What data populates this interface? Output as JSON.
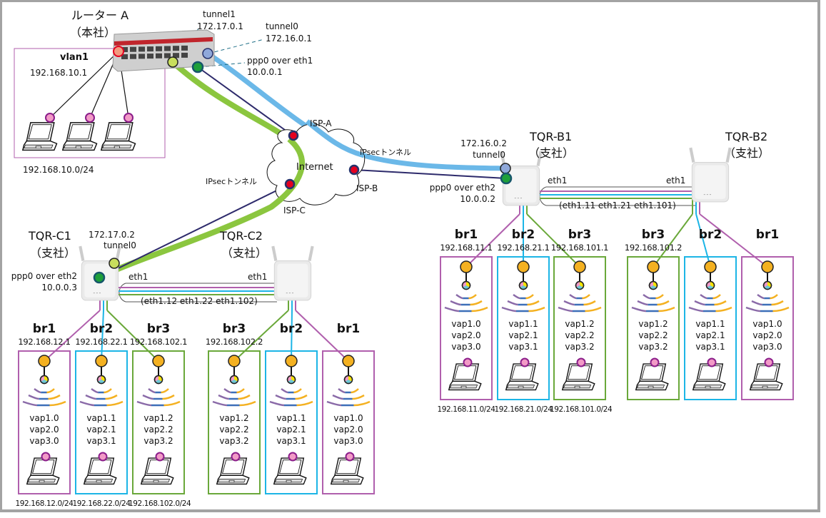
{
  "colors": {
    "br1": "#b05fad",
    "br2": "#1cb5e6",
    "br3": "#6aa83a",
    "tunnel0": "#6bb8e8",
    "tunnel1": "#8bc63f",
    "ppp_line": "#2d2a6b",
    "isp_dot": "#e5001f",
    "frame": "#a3a3a3"
  },
  "hq": {
    "name": "ルーター A",
    "sub": "（本社）",
    "vlan_label": "vlan1",
    "vlan_ip": "192.168.10.1",
    "lan_subnet": "192.168.10.0/24",
    "tunnel1_label": "tunnel1",
    "tunnel1_ip": "172.17.0.1",
    "tunnel0_label": "tunnel0",
    "tunnel0_ip": "172.16.0.1",
    "ppp_label": "ppp0 over eth1",
    "ppp_ip": "10.0.0.1"
  },
  "internet": {
    "label": "Internet",
    "isp_a": "ISP-A",
    "isp_b": "ISP-B",
    "isp_c": "ISP-C",
    "ipsec_b": "IPsecトンネル",
    "ipsec_c": "IPsecトンネル"
  },
  "site_b": {
    "ap1_name": "TQR-B1",
    "ap1_sub": "（支社）",
    "ap2_name": "TQR-B2",
    "ap2_sub": "（支社）",
    "tunnel_ip": "172.16.0.2",
    "tunnel_label": "tunnel0",
    "ppp_label": "ppp0 over eth2",
    "ppp_ip": "10.0.0.2",
    "eth_left": "eth1",
    "eth_right": "eth1",
    "vlans": "(eth1.11 eth1.21 eth1.101)",
    "bridges": [
      {
        "name": "br1",
        "ip": "192.168.11.1",
        "vaps": [
          "vap1.0",
          "vap2.0",
          "vap3.0"
        ],
        "subnet": "192.168.11.0/24",
        "color": "br1"
      },
      {
        "name": "br2",
        "ip": "192.168.21.1",
        "vaps": [
          "vap1.1",
          "vap2.1",
          "vap3.1"
        ],
        "subnet": "192.168.21.0/24",
        "color": "br2"
      },
      {
        "name": "br3",
        "ip": "192.168.101.1",
        "vaps": [
          "vap1.2",
          "vap2.2",
          "vap3.2"
        ],
        "subnet": "192.168.101.0/24",
        "color": "br3"
      },
      {
        "name": "br3",
        "ip": "192.168.101.2",
        "vaps": [
          "vap1.2",
          "vap2.2",
          "vap3.2"
        ],
        "subnet": "",
        "color": "br3"
      },
      {
        "name": "br2",
        "ip": "",
        "vaps": [
          "vap1.1",
          "vap2.1",
          "vap3.1"
        ],
        "subnet": "",
        "color": "br2"
      },
      {
        "name": "br1",
        "ip": "",
        "vaps": [
          "vap1.0",
          "vap2.0",
          "vap3.0"
        ],
        "subnet": "",
        "color": "br1"
      }
    ]
  },
  "site_c": {
    "ap1_name": "TQR-C1",
    "ap1_sub": "（支社）",
    "ap2_name": "TQR-C2",
    "ap2_sub": "（支社）",
    "tunnel_ip": "172.17.0.2",
    "tunnel_label": "tunnel0",
    "ppp_label": "ppp0 over eth2",
    "ppp_ip": "10.0.0.3",
    "eth_left": "eth1",
    "eth_right": "eth1",
    "vlans": "(eth1.12 eth1.22 eth1.102)",
    "bridges": [
      {
        "name": "br1",
        "ip": "192.168.12.1",
        "vaps": [
          "vap1.0",
          "vap2.0",
          "vap3.0"
        ],
        "subnet": "192.168.12.0/24",
        "color": "br1"
      },
      {
        "name": "br2",
        "ip": "192.168.22.1",
        "vaps": [
          "vap1.1",
          "vap2.1",
          "vap3.1"
        ],
        "subnet": "192.168.22.0/24",
        "color": "br2"
      },
      {
        "name": "br3",
        "ip": "192.168.102.1",
        "vaps": [
          "vap1.2",
          "vap2.2",
          "vap3.2"
        ],
        "subnet": "192.168.102.0/24",
        "color": "br3"
      },
      {
        "name": "br3",
        "ip": "192.168.102.2",
        "vaps": [
          "vap1.2",
          "vap2.2",
          "vap3.2"
        ],
        "subnet": "",
        "color": "br3"
      },
      {
        "name": "br2",
        "ip": "",
        "vaps": [
          "vap1.1",
          "vap2.1",
          "vap3.1"
        ],
        "subnet": "",
        "color": "br2"
      },
      {
        "name": "br1",
        "ip": "",
        "vaps": [
          "vap1.0",
          "vap2.0",
          "vap3.0"
        ],
        "subnet": "",
        "color": "br1"
      }
    ]
  }
}
